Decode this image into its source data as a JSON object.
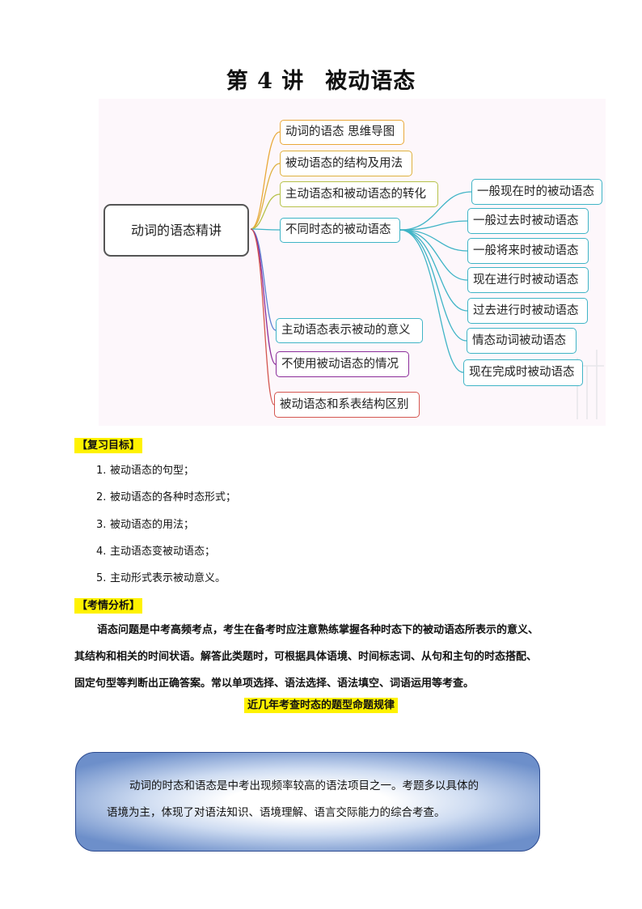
{
  "title": {
    "prefix": "第 4 讲",
    "main": "被动语态"
  },
  "mindmap": {
    "root": "动词的语态精讲",
    "branches": [
      "动词的语态 思维导图",
      "被动语态的结构及用法",
      "主动语态和被动语态的转化",
      "不同时态的被动语态",
      "主动语态表示被动的意义",
      "不使用被动语态的情况",
      "被动语态和系表结构区别"
    ],
    "sub_branches": [
      "一般现在时的被动语态",
      "一般过去时被动语态",
      "一般将来时被动语态",
      "现在进行时被动语态",
      "过去进行时被动语态",
      "情态动词被动语态",
      "现在完成时被动语态"
    ],
    "colors": {
      "orange": "#e9a93a",
      "olive": "#b6c249",
      "teal": "#3fb4c6",
      "purple": "#8b2d9a",
      "red": "#d4564f"
    }
  },
  "review": {
    "tag": "【复习目标】",
    "items": [
      {
        "num": "1.",
        "text": "被动语态的句型；"
      },
      {
        "num": "2.",
        "text": "被动语态的各种时态形式；"
      },
      {
        "num": "3.",
        "text": "被动语态的用法；"
      },
      {
        "num": "4.",
        "text": "主动语态变被动语态；"
      },
      {
        "num": "5.",
        "text": "主动形式表示被动意义。"
      }
    ]
  },
  "analysis": {
    "tag": "【考情分析】",
    "lines": [
      "语态问题是中考高频考点，考生在备考时应注意熟练掌握各种时态下的被动语态所表示的意义、",
      "其结构和相关的时间状语。解答此类题时，可根据具体语境、时间标志词、从句和主句的时态搭配、",
      "固定句型等判断出正确答案。常以单项选择、语法选择、语法填空、词语运用等考查。"
    ]
  },
  "highlight": "近几年考查时态的题型命题规律",
  "box": {
    "line1": "动词的时态和语态是中考出现频率较高的语法项目之一。考题多以具体的",
    "line2": "语境为主，体现了对语法知识、语境理解、语言交际能力的综合考查。"
  }
}
